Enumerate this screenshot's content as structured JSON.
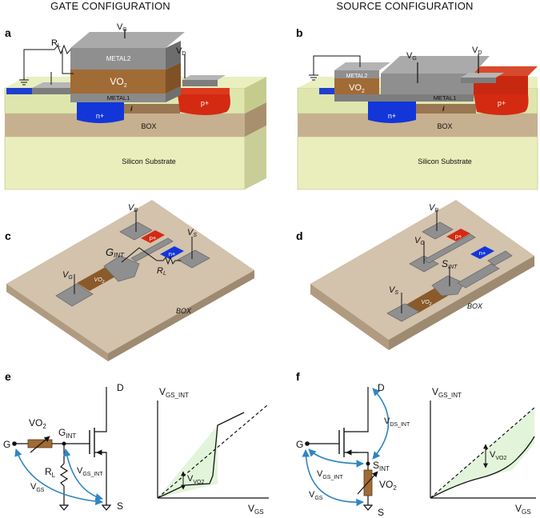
{
  "titles": {
    "left": "GATE CONFIGURATION",
    "right": "SOURCE CONFIGURATION"
  },
  "panels": {
    "a": "a",
    "b": "b",
    "c": "c",
    "d": "d",
    "e": "e",
    "f": "f"
  },
  "a": {
    "vg": "V",
    "vg_sub": "G",
    "vd": "V",
    "vd_sub": "D",
    "rl": "R",
    "rl_sub": "L",
    "metal2": "METAL2",
    "vo2": "VO",
    "vo2_sub": "2",
    "metal1": "METAL1",
    "i": "i",
    "nplus": "n+",
    "pplus": "p+",
    "box": "BOX",
    "substrate": "Silicon Substrate"
  },
  "b": {
    "vg": "V",
    "vg_sub": "G",
    "vd": "V",
    "vd_sub": "D",
    "metal2": "METAL2",
    "vo2": "VO",
    "vo2_sub": "2",
    "metal1": "METAL1",
    "i": "i",
    "nplus": "n+",
    "pplus": "p+",
    "box": "BOX",
    "substrate": "Silicon Substrate"
  },
  "c": {
    "vd": "V",
    "vd_sub": "D",
    "vs": "V",
    "vs_sub": "S",
    "vg": "V",
    "vg_sub": "G",
    "gint": "G",
    "gint_sub": "INT",
    "rl": "R",
    "rl_sub": "L",
    "pplus": "p+",
    "nplus": "n+",
    "vo2": "VO",
    "vo2_sub": "2",
    "box": "BOX"
  },
  "d": {
    "vd": "V",
    "vd_sub": "D",
    "vg": "V",
    "vg_sub": "G",
    "sint": "S",
    "sint_sub": "INT",
    "vs": "V",
    "vs_sub": "S",
    "pplus": "p+",
    "nplus": "n+",
    "vo2": "VO",
    "vo2_sub": "2",
    "box": "BOX"
  },
  "e": {
    "d": "D",
    "g": "G",
    "s": "S",
    "vo2": "VO",
    "vo2_sub": "2",
    "gint": "G",
    "gint_sub": "INT",
    "rl": "R",
    "rl_sub": "L",
    "vgsint": "V",
    "vgsint_sub": "GS_INT",
    "vgs": "V",
    "vgs_sub": "GS"
  },
  "e_plot": {
    "ylabel": "V",
    "ylabel_sub": "GS_INT",
    "xlabel": "V",
    "xlabel_sub": "GS",
    "ann": "V",
    "ann_sub": "VO2"
  },
  "f": {
    "d": "D",
    "g": "G",
    "s": "S",
    "vdsint": "V",
    "vdsint_sub": "DS_INT",
    "vgsint": "V",
    "vgsint_sub": "GS_INT",
    "sint": "S",
    "sint_sub": "INT",
    "vo2": "VO",
    "vo2_sub": "2",
    "vgs": "V",
    "vgs_sub": "GS"
  },
  "f_plot": {
    "ylabel": "V",
    "ylabel_sub": "GS_INT",
    "xlabel": "V",
    "xlabel_sub": "GS",
    "ann": "V",
    "ann_sub": "VO2"
  },
  "colors": {
    "oxide": "#dfe6ad",
    "box": "#c7b08f",
    "substrate": "#eaeebc",
    "metal": "#8f8f8f",
    "vo2": "#a06b35",
    "nplus": "#1236d8",
    "pplus": "#d42a12",
    "chip": "#d3c2ac",
    "arrow": "#2e86c1",
    "fill": "#e2f5db"
  }
}
